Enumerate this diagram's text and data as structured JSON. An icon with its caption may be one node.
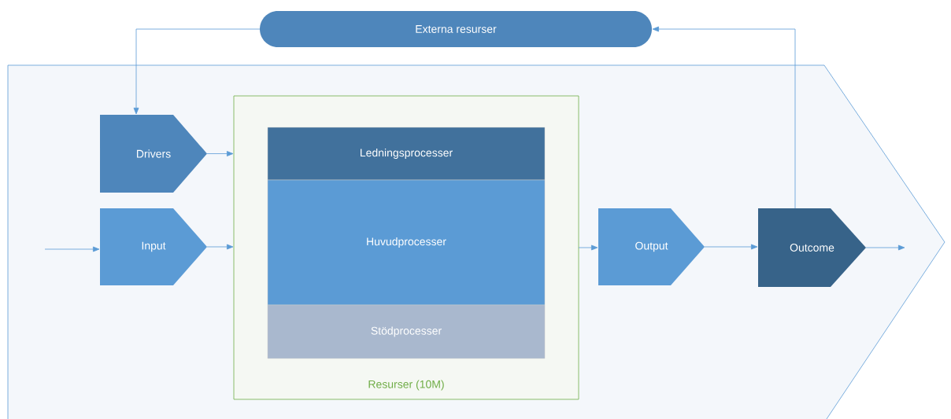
{
  "diagram": {
    "nodes": [
      {
        "text": [
          "Externa resurser"
        ]
      },
      {
        "text": [],
        "shape": "chevron"
      },
      {
        "text": [
          "Drivers"
        ],
        "in": 1
      },
      {
        "text": [
          "Input"
        ],
        "in": 1
      },
      {
        "text": [
          "Resurser (10M)"
        ],
        "in": 1
      },
      {
        "text": [
          "Ledningsprocesser"
        ],
        "in": 4
      },
      {
        "text": [
          "Huvudprocesser"
        ],
        "in": 4
      },
      {
        "text": [
          "Stödprocesser"
        ],
        "in": 4
      },
      {
        "text": [
          "Output"
        ],
        "in": 1
      },
      {
        "text": [
          "Outcome"
        ],
        "in": 1
      }
    ],
    "edges": [
      {
        "from": 0,
        "to": 2,
        "arrow": "to"
      },
      {
        "from": 9,
        "to": 0,
        "arrow": "to"
      },
      {
        "from": 2,
        "to": 4,
        "arrow": "to"
      },
      {
        "from": null,
        "to": 3,
        "arrow": "to"
      },
      {
        "from": 3,
        "to": 4,
        "arrow": "to"
      },
      {
        "from": 4,
        "to": 8,
        "arrow": "to"
      },
      {
        "from": 8,
        "to": 9,
        "arrow": "to"
      },
      {
        "from": 9,
        "to": null,
        "arrow": "to"
      }
    ]
  }
}
